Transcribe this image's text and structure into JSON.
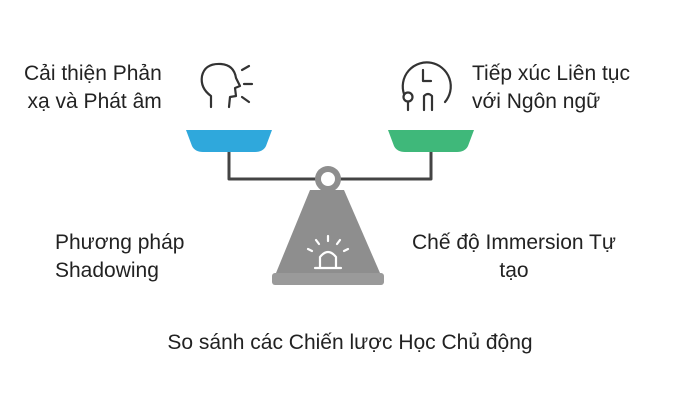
{
  "labels": {
    "left_top_line1": "Cải thiện Phản",
    "left_top_line2": "xạ và Phát âm",
    "right_top_line1": "Tiếp xúc Liên tục",
    "right_top_line2": "với Ngôn ngữ",
    "left_bottom_line1": "Phương pháp",
    "left_bottom_line2": "Shadowing",
    "right_bottom_line1": "Chế độ Immersion Tự",
    "right_bottom_line2": "tạo",
    "title": "So sánh các Chiến lược Học Chủ động"
  },
  "icons": {
    "left": "head-speaking-icon",
    "right": "clock-location-icon",
    "base": "siren-icon"
  },
  "colors": {
    "left_pan": "#2FA8DC",
    "right_pan": "#3FB87A",
    "stand": "#8E8E8E",
    "beam": "#444444"
  }
}
